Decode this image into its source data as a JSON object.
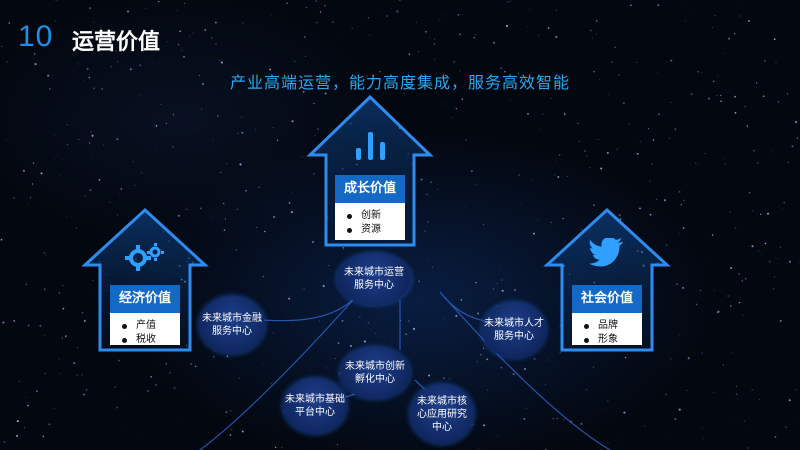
{
  "header": {
    "slide_number": "10",
    "title": "运营价值"
  },
  "headline": "产业高端运营，能力高度集成，服务高效智能",
  "cards": {
    "growth": {
      "title": "成长价值",
      "items": [
        "创新",
        "资源"
      ],
      "icon": "bar-chart-icon"
    },
    "economic": {
      "title": "经济价值",
      "items": [
        "产值",
        "税收"
      ],
      "icon": "gears-icon"
    },
    "social": {
      "title": "社会价值",
      "items": [
        "品牌",
        "形象"
      ],
      "icon": "twitter-bird-icon"
    }
  },
  "nodes": {
    "operations": "未来城市运营服务中心",
    "finance": "未来城市金融服务中心",
    "talent": "未来城市人才服务中心",
    "incubation": "未来城市创新孵化中心",
    "platform": "未来城市基础平台中心",
    "research": "未来城市核心应用研究中心"
  },
  "colors": {
    "accent": "#1e8fe8",
    "headline": "#28a7f0",
    "card_header": "#1469c6",
    "node_fill": "#13307a",
    "background": "#03070f"
  }
}
